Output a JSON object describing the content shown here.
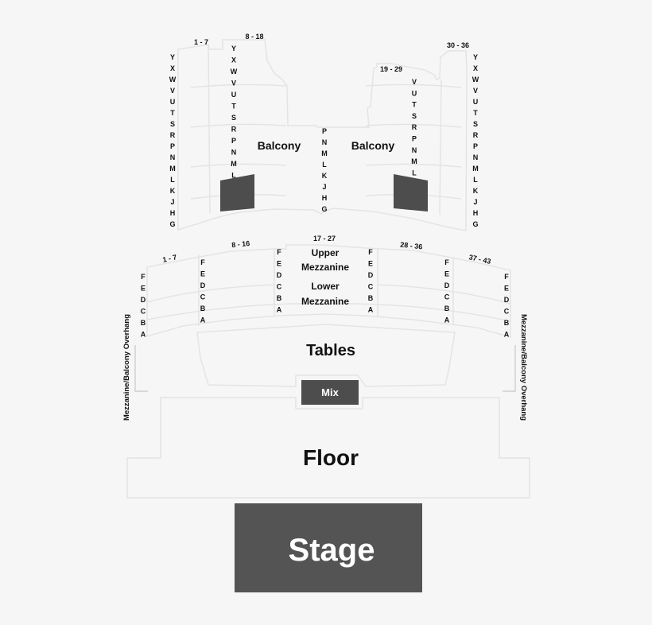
{
  "zones": {
    "balcony_left": "Balcony",
    "balcony_right": "Balcony",
    "upper_mezzanine": [
      "Upper",
      "Mezzanine"
    ],
    "lower_mezzanine": [
      "Lower",
      "Mezzanine"
    ],
    "tables": "Tables",
    "mix": "Mix",
    "floor": "Floor",
    "stage": "Stage",
    "overhang_left": "Mezzanine/Balcony Overhang",
    "overhang_right": "Mezzanine/Balcony Overhang"
  },
  "balcony_sections": [
    {
      "seats": "1 - 7",
      "rows": [
        "Y",
        "X",
        "W",
        "V",
        "U",
        "T",
        "S",
        "R",
        "P",
        "N",
        "M",
        "L",
        "K",
        "J",
        "H",
        "G"
      ]
    },
    {
      "seats": "8 - 18",
      "rows": [
        "Y",
        "X",
        "W",
        "V",
        "U",
        "T",
        "S",
        "R",
        "P",
        "N",
        "M",
        "L"
      ]
    },
    {
      "seats": "",
      "rows": [
        "P",
        "N",
        "M",
        "L",
        "K",
        "J",
        "H",
        "G"
      ]
    },
    {
      "seats": "19 - 29",
      "rows": [
        "V",
        "U",
        "T",
        "S",
        "R",
        "P",
        "N",
        "M",
        "L"
      ]
    },
    {
      "seats": "30 - 36",
      "rows": [
        "Y",
        "X",
        "W",
        "V",
        "U",
        "T",
        "S",
        "R",
        "P",
        "N",
        "M",
        "L",
        "K",
        "J",
        "H",
        "G"
      ]
    }
  ],
  "mezzanine_sections": [
    {
      "seats": "1 - 7",
      "rows": [
        "F",
        "E",
        "D",
        "C",
        "B",
        "A"
      ]
    },
    {
      "seats": "8 - 16",
      "rows": [
        "F",
        "E",
        "D",
        "C",
        "B",
        "A"
      ]
    },
    {
      "seats": "",
      "rows": [
        "F",
        "E",
        "D",
        "C",
        "B",
        "A"
      ]
    },
    {
      "seats": "17 - 27",
      "rows": []
    },
    {
      "seats": "",
      "rows": [
        "F",
        "E",
        "D",
        "C",
        "B",
        "A"
      ]
    },
    {
      "seats": "28 - 36",
      "rows": [
        "F",
        "E",
        "D",
        "C",
        "B",
        "A"
      ]
    },
    {
      "seats": "37 - 43",
      "rows": [
        "F",
        "E",
        "D",
        "C",
        "B",
        "A"
      ]
    }
  ],
  "colors": {
    "background": "#f6f6f6",
    "outline": "#e4e4e4",
    "dark_block": "#4d4d4d",
    "stage": "#545454",
    "label": "#111111",
    "stage_text": "#ffffff"
  }
}
